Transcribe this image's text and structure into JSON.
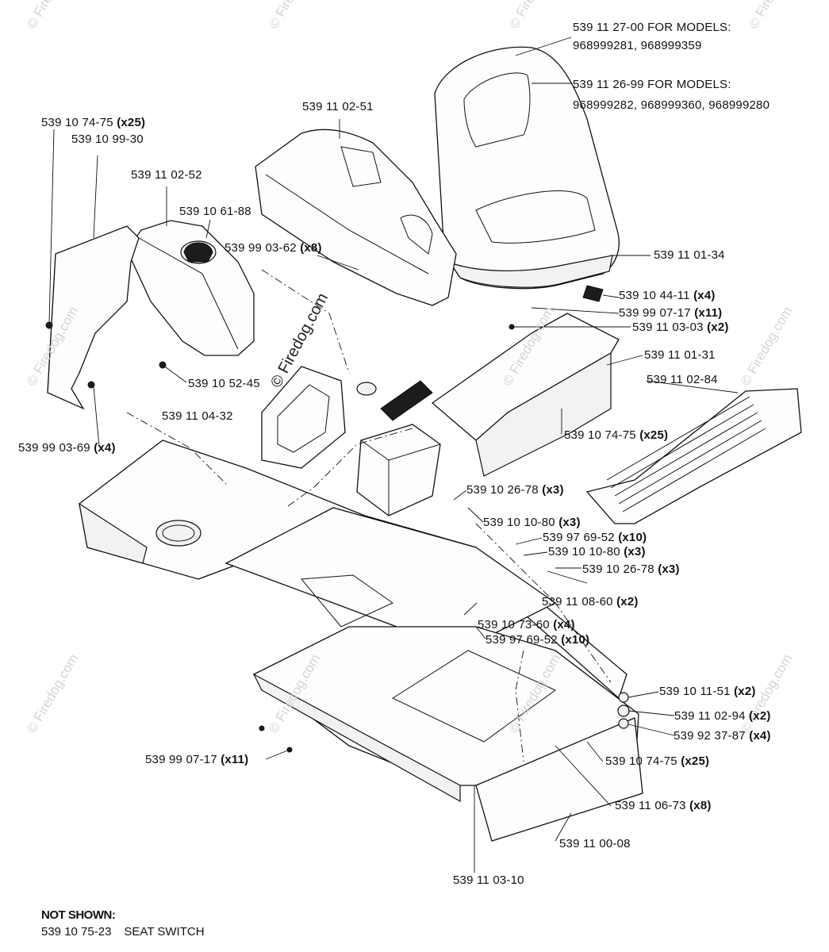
{
  "watermark": {
    "main": "© Firedog.com",
    "repeat": "© Firedog.com"
  },
  "labels": {
    "seat_27_00": "539 11 27-00 FOR MODELS:",
    "seat_27_00_models": "968999281,  968999359",
    "seat_26_99": "539 11 26-99 FOR MODELS:",
    "seat_26_99_models": "968999282,  968999360,  968999280",
    "p_02_51": "539 11 02-51",
    "p_74_75_left": "539 10 74-75",
    "p_74_75_left_qty": "(x25)",
    "p_99_30": "539 10 99-30",
    "p_02_52": "539 11 02-52",
    "p_61_88": "539 10 61-88",
    "p_03_62": "539 99 03-62",
    "p_03_62_qty": "(x8)",
    "p_01_34": "539 11 01-34",
    "p_44_11": "539 10 44-11",
    "p_44_11_qty": "(x4)",
    "p_07_17_top": "539 99 07-17",
    "p_07_17_top_qty": "(x11)",
    "p_03_03": "539 11 03-03",
    "p_03_03_qty": "(x2)",
    "p_01_31": "539 11 01-31",
    "p_02_84": "539 11 02-84",
    "p_52_45": "539 10 52-45",
    "p_04_32": "539 11 04-32",
    "p_74_75_mid": "539 10 74-75",
    "p_74_75_mid_qty": "(x25)",
    "p_03_69": "539 99 03-69",
    "p_03_69_qty": "(x4)",
    "p_26_78_a": "539 10 26-78",
    "p_26_78_a_qty": "(x3)",
    "p_10_80_a": "539 10 10-80",
    "p_10_80_a_qty": "(x3)",
    "p_69_52_a": "539 97 69-52",
    "p_69_52_a_qty": "(x10)",
    "p_10_80_b": "539 10 10-80",
    "p_10_80_b_qty": "(x3)",
    "p_26_78_b": "539 10 26-78",
    "p_26_78_b_qty": "(x3)",
    "p_08_60": "539 11 08-60",
    "p_08_60_qty": "(x2)",
    "p_73_60": "539 10 73-60",
    "p_73_60_qty": "(x4)",
    "p_69_52_b": "539 97 69-52",
    "p_69_52_b_qty": "(x10)",
    "p_11_51": "539 10 11-51",
    "p_11_51_qty": "(x2)",
    "p_02_94": "539 11 02-94",
    "p_02_94_qty": "(x2)",
    "p_37_87": "539 92 37-87",
    "p_37_87_qty": "(x4)",
    "p_07_17_bottom": "539 99 07-17",
    "p_07_17_bottom_qty": "(x11)",
    "p_74_75_bottom": "539 10 74-75",
    "p_74_75_bottom_qty": "(x25)",
    "p_06_73": "539 11 06-73",
    "p_06_73_qty": "(x8)",
    "p_00_08": "539 11 00-08",
    "p_03_10": "539 11 03-10"
  },
  "not_shown": {
    "title": "NOT SHOWN:",
    "part": "539 10 75-23",
    "description": "SEAT SWITCH"
  }
}
